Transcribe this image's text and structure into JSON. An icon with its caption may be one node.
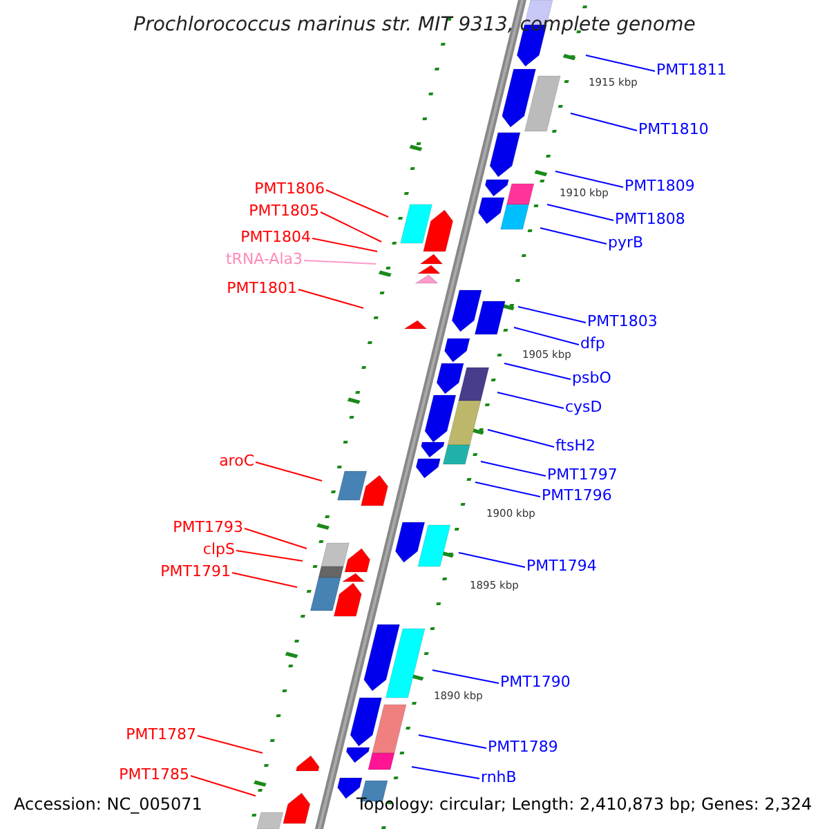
{
  "diagram": {
    "title": "Prochlorococcus marinus str. MIT 9313, complete genome",
    "nodes": [
      {
        "text": [
          "PMT1811"
        ]
      },
      {
        "text": [
          "PMT1810"
        ]
      },
      {
        "text": [
          "PMT1809"
        ]
      },
      {
        "text": [
          "PMT1808"
        ]
      },
      {
        "text": [
          "pyrB"
        ]
      },
      {
        "text": [
          "PMT1803"
        ]
      },
      {
        "text": [
          "dfp"
        ]
      },
      {
        "text": [
          "psbO"
        ]
      },
      {
        "text": [
          "cysD"
        ]
      },
      {
        "text": [
          "ftsH2"
        ]
      },
      {
        "text": [
          "PMT1797"
        ]
      },
      {
        "text": [
          "PMT1796"
        ]
      },
      {
        "text": [
          "PMT1794"
        ]
      },
      {
        "text": [
          "PMT1790"
        ]
      },
      {
        "text": [
          "PMT1789"
        ]
      },
      {
        "text": [
          "rnhB"
        ]
      },
      {
        "text": [
          "PMT1806"
        ]
      },
      {
        "text": [
          "PMT1805"
        ]
      },
      {
        "text": [
          "PMT1804"
        ]
      },
      {
        "text": [
          "tRNA-Ala3"
        ]
      },
      {
        "text": [
          "PMT1801"
        ]
      },
      {
        "text": [
          "aroC"
        ]
      },
      {
        "text": [
          "PMT1793"
        ]
      },
      {
        "text": [
          "clpS"
        ]
      },
      {
        "text": [
          "PMT1791"
        ]
      },
      {
        "text": [
          "PMT1787"
        ]
      },
      {
        "text": [
          "PMT1785"
        ]
      }
    ],
    "edges": [
      {
        "from": 0,
        "to": null,
        "arrow": "none"
      },
      {
        "from": 1,
        "to": null,
        "arrow": "none"
      },
      {
        "from": 2,
        "to": null,
        "arrow": "none"
      },
      {
        "from": 3,
        "to": null,
        "arrow": "none"
      },
      {
        "from": 4,
        "to": null,
        "arrow": "none"
      },
      {
        "from": 5,
        "to": null,
        "arrow": "none"
      },
      {
        "from": 6,
        "to": null,
        "arrow": "none"
      },
      {
        "from": 7,
        "to": null,
        "arrow": "none"
      },
      {
        "from": 8,
        "to": null,
        "arrow": "none"
      },
      {
        "from": 9,
        "to": null,
        "arrow": "none"
      },
      {
        "from": 10,
        "to": null,
        "arrow": "none"
      },
      {
        "from": 11,
        "to": null,
        "arrow": "none"
      },
      {
        "from": 12,
        "to": null,
        "arrow": "none"
      },
      {
        "from": 13,
        "to": null,
        "arrow": "none"
      },
      {
        "from": 14,
        "to": null,
        "arrow": "none"
      },
      {
        "from": 15,
        "to": null,
        "arrow": "none"
      },
      {
        "from": 16,
        "to": null,
        "arrow": "none",
        "color": "#ff0000"
      },
      {
        "from": 17,
        "to": null,
        "arrow": "none",
        "color": "#ff0000"
      },
      {
        "from": 18,
        "to": null,
        "arrow": "none",
        "color": "#ff0000"
      },
      {
        "from": 19,
        "to": null,
        "arrow": "none",
        "color": "#ff99cc"
      },
      {
        "from": 20,
        "to": null,
        "arrow": "none",
        "color": "#ff0000"
      },
      {
        "from": 21,
        "to": null,
        "arrow": "none",
        "color": "#ff0000"
      },
      {
        "from": 22,
        "to": null,
        "arrow": "none",
        "color": "#ff0000"
      },
      {
        "from": 23,
        "to": null,
        "arrow": "none",
        "color": "#ff0000"
      },
      {
        "from": 24,
        "to": null,
        "arrow": "none",
        "color": "#ff0000"
      },
      {
        "from": 25,
        "to": null,
        "arrow": "none",
        "color": "#ff0000"
      },
      {
        "from": 26,
        "to": null,
        "arrow": "none",
        "color": "#ff0000"
      }
    ],
    "labels": [
      "1915 kbp",
      "1910 kbp",
      "1905 kbp",
      "1900 kbp",
      "1895 kbp",
      "1890 kbp",
      "Accession: NC_005071",
      "Topology: circular; Length: 2,410,873 bp; Genes: 2,324"
    ]
  }
}
